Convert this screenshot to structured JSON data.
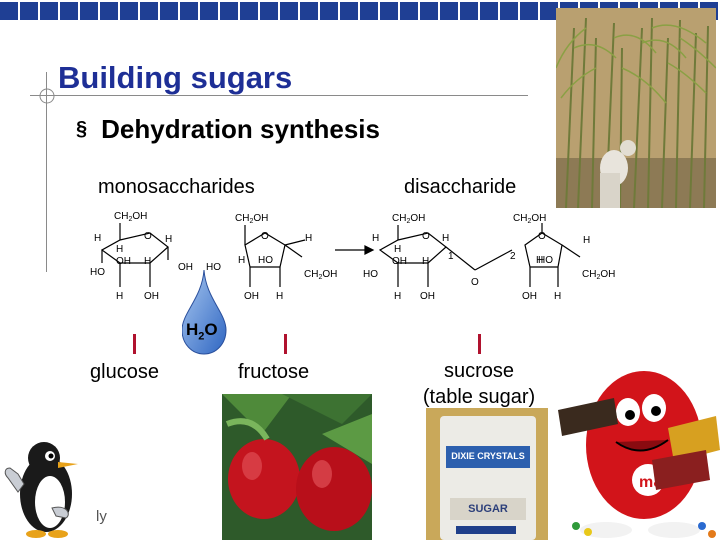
{
  "slide": {
    "title": "Building sugars",
    "bullet": "Dehydration synthesis",
    "bullet_marker": "§",
    "footer_fragment": "ly"
  },
  "labels": {
    "monosaccharides": "monosaccharides",
    "disaccharide": "disaccharide",
    "glucose": "glucose",
    "fructose": "fructose",
    "sucrose_line1": "sucrose",
    "sucrose_line2": "(table sugar)"
  },
  "diagram": {
    "water": "H2O",
    "ch2oh": "CH2OH",
    "oh": "OH",
    "ho": "HO",
    "h": "H",
    "o": "O",
    "c1": "1",
    "c2": "2"
  },
  "packaging": {
    "sugar_brand": "DIXIE CRYSTALS",
    "sugar_product": "SUGAR",
    "candy_brand": "m&m"
  },
  "colors": {
    "accent_blue": "#1e2f96",
    "tick_red": "#b0122e",
    "water_drop": "#5b8fd6"
  },
  "icons": [
    "penguin-mascot-icon",
    "water-drop-icon",
    "sugarcane-photo",
    "apples-photo",
    "sugar-bag-photo",
    "mm-candy-photo"
  ]
}
